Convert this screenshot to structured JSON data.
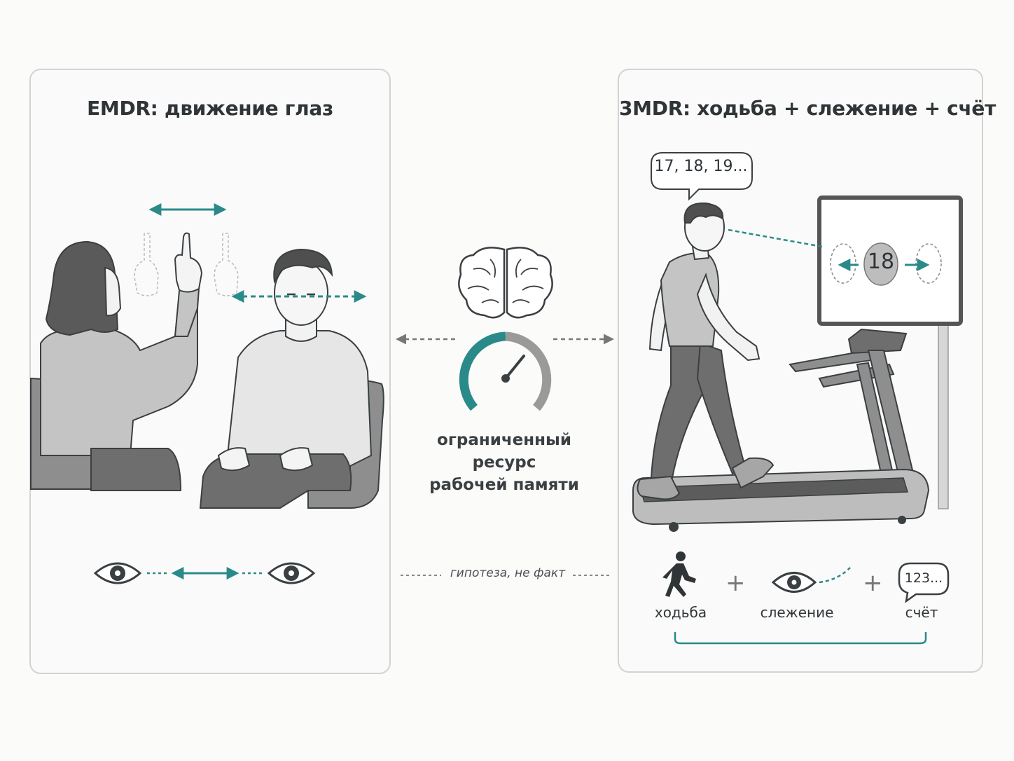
{
  "left_panel": {
    "title": "EMDR: движение глаз"
  },
  "right_panel": {
    "title": "3MDR: ходьба + слежение + счёт",
    "speech_bubble": "17, 18, 19...",
    "screen_number": "18",
    "components": [
      {
        "label": "ходьба",
        "icon": "walking-person-icon"
      },
      {
        "label": "слежение",
        "icon": "eye-tracking-icon"
      },
      {
        "label": "счёт",
        "icon": "counting-speech-icon",
        "bubble_text": "123..."
      }
    ],
    "plus_sign": "+"
  },
  "center": {
    "label_lines": [
      "ограниченный",
      "ресурс",
      "рабочей памяти"
    ],
    "hypothesis_note": "гипотеза, не факт",
    "icons": [
      "brain-icon",
      "gauge-icon"
    ]
  },
  "colors": {
    "accent_teal": "#2a8a8a",
    "outline": "#3a3f42",
    "panel_border": "#d3d3d3",
    "gray_fill": "#bdbdbd"
  }
}
